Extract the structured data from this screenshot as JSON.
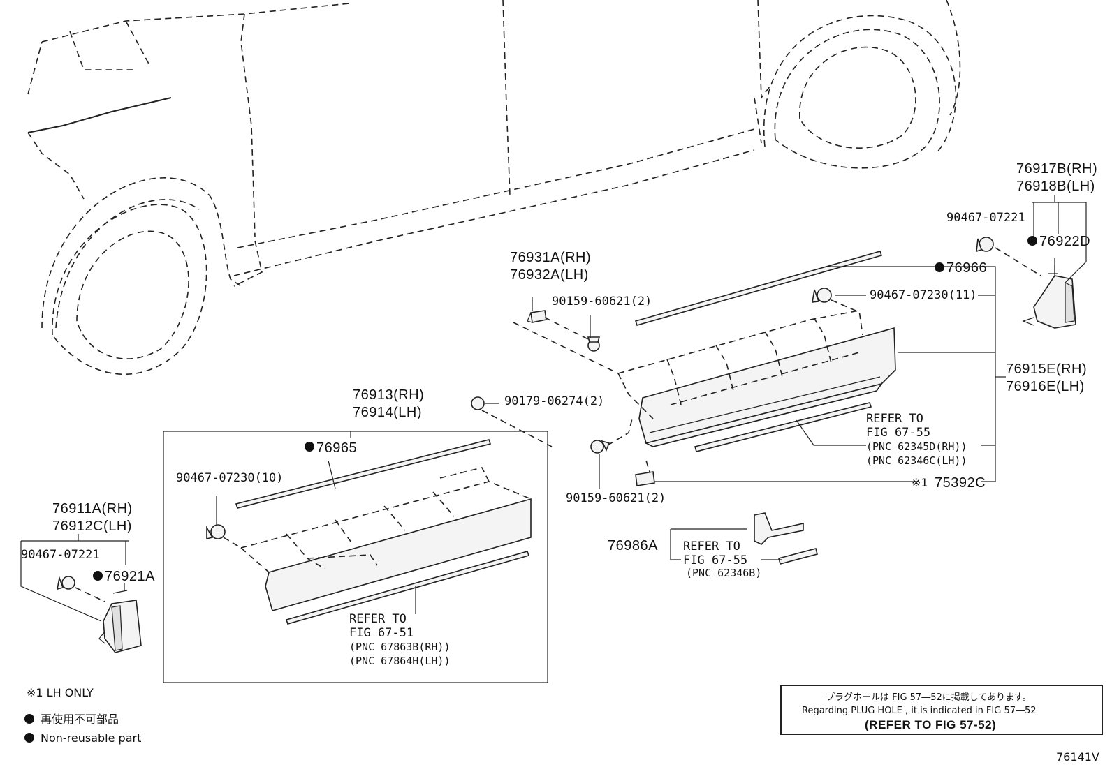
{
  "labels": {
    "p76917b": "76917B(RH)",
    "p76918b": "76918B(LH)",
    "p90467_07221_top": "90467-07221",
    "p76922d": "76922D",
    "p76966": "76966",
    "p90467_07230_11": "90467-07230(11)",
    "p76931a": "76931A(RH)",
    "p76932a": "76932A(LH)",
    "p90159_top": "90159-60621(2)",
    "p76915e": "76915E(RH)",
    "p76916e": "76916E(LH)",
    "refer_67_55_a_1": "REFER TO",
    "refer_67_55_a_2": "FIG 67-55",
    "refer_67_55_a_3": "(PNC 62345D(RH))",
    "refer_67_55_a_4": "(PNC 62346C(LH))",
    "p75392c_mark": "※1",
    "p75392c": "75392C",
    "p90159_bottom": "90159-60621(2)",
    "p76913": "76913(RH)",
    "p76914": "76914(LH)",
    "p90179": "90179-06274(2)",
    "p76965": "76965",
    "p90467_07230_10": "90467-07230(10)",
    "p76911a": "76911A(RH)",
    "p76912c": "76912C(LH)",
    "p90467_07221_left": "90467-07221",
    "p76921a": "76921A",
    "refer_67_51_1": "REFER TO",
    "refer_67_51_2": "FIG 67-51",
    "refer_67_51_3": "(PNC 67863B(RH))",
    "refer_67_51_4": "(PNC 67864H(LH))",
    "p76986a": "76986A",
    "refer_67_55_b_1": "REFER TO",
    "refer_67_55_b_2": "FIG 67-55",
    "refer_67_55_b_3": "(PNC 62346B)"
  },
  "legend": {
    "lh_only": "※1 LH ONLY",
    "nonreusable_jp": "再使用不可部品",
    "nonreusable_en": "Non-reusable part"
  },
  "notice": {
    "line_jp": "プラグホールは FIG 57―52に掲載してあります。",
    "line_en": "Regarding  PLUG  HOLE , it is indicated in  FIG  57―52",
    "line_ref": "(REFER TO FIG 57-52)"
  },
  "figure_id": "76141V"
}
